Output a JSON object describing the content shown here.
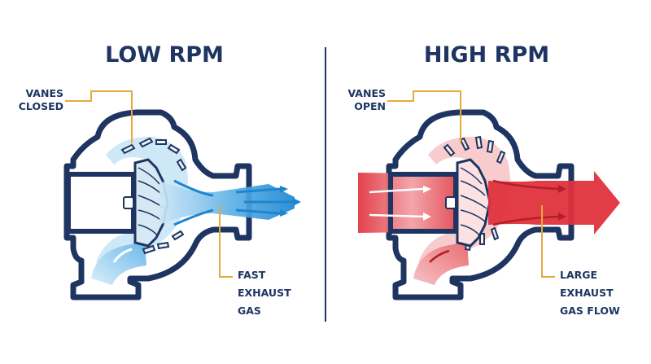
{
  "colors": {
    "navy": "#1e3461",
    "accent": "#e7a83c",
    "flow_cold": "#2a8fd6",
    "flow_cold_light": "#c9e6f7",
    "flow_hot": "#e0323d",
    "flow_hot_light": "#f7c5c8",
    "background": "#ffffff"
  },
  "panels": {
    "low": {
      "title": "LOW RPM",
      "vanes_label": [
        "VANES",
        "CLOSED"
      ],
      "exhaust_label": [
        "FAST",
        "EXHAUST",
        "GAS"
      ]
    },
    "high": {
      "title": "HIGH RPM",
      "vanes_label": [
        "VANES",
        "OPEN"
      ],
      "exhaust_label": [
        "LARGE",
        "EXHAUST",
        "GAS FLOW"
      ]
    }
  }
}
